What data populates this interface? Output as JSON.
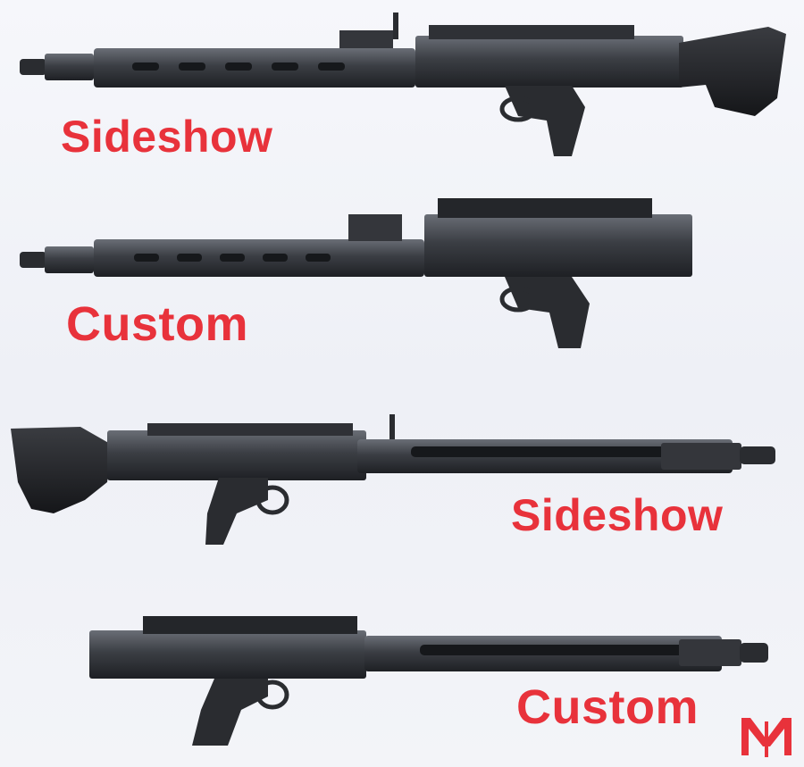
{
  "labels": {
    "top_sideshow": "Sideshow",
    "top_custom": "Custom",
    "bottom_sideshow": "Sideshow",
    "bottom_custom": "Custom"
  },
  "colors": {
    "label": "#e8323b",
    "gun_body": "#2b2d31",
    "gun_highlight": "#5a5e66",
    "background": "#f4f5f9"
  },
  "icons": {
    "watermark": "my-monogram-logo"
  }
}
